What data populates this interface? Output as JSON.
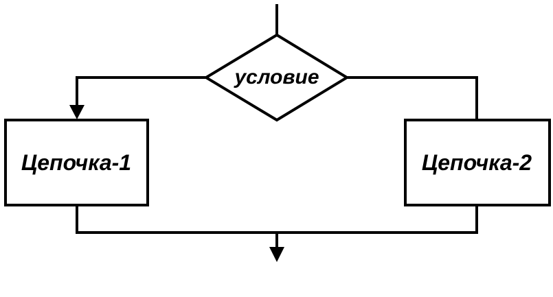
{
  "diagram": {
    "condition": {
      "label": "условие"
    },
    "left_block": {
      "label": "Цепочка-1"
    },
    "right_block": {
      "label": "Цепочка-2"
    }
  },
  "colors": {
    "stroke": "#000000",
    "background": "#ffffff"
  }
}
